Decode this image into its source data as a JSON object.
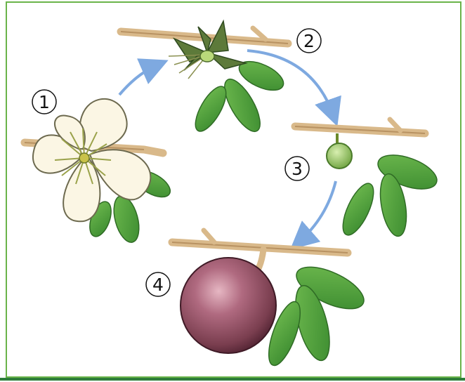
{
  "diagram": {
    "stages": [
      {
        "label": "1",
        "name": "flower"
      },
      {
        "label": "2",
        "name": "withered-flower"
      },
      {
        "label": "3",
        "name": "young-fruit"
      },
      {
        "label": "4",
        "name": "ripe-fruit"
      }
    ],
    "colors": {
      "frame": "#6ab44a",
      "bottom_rule": "#2e7d3a",
      "arrow": "#7ea9e0",
      "branch": "#d9b98a",
      "leaf": "#4c9a3a",
      "petal": "#fbf6e4",
      "fruit": "#7a3e4f"
    }
  }
}
